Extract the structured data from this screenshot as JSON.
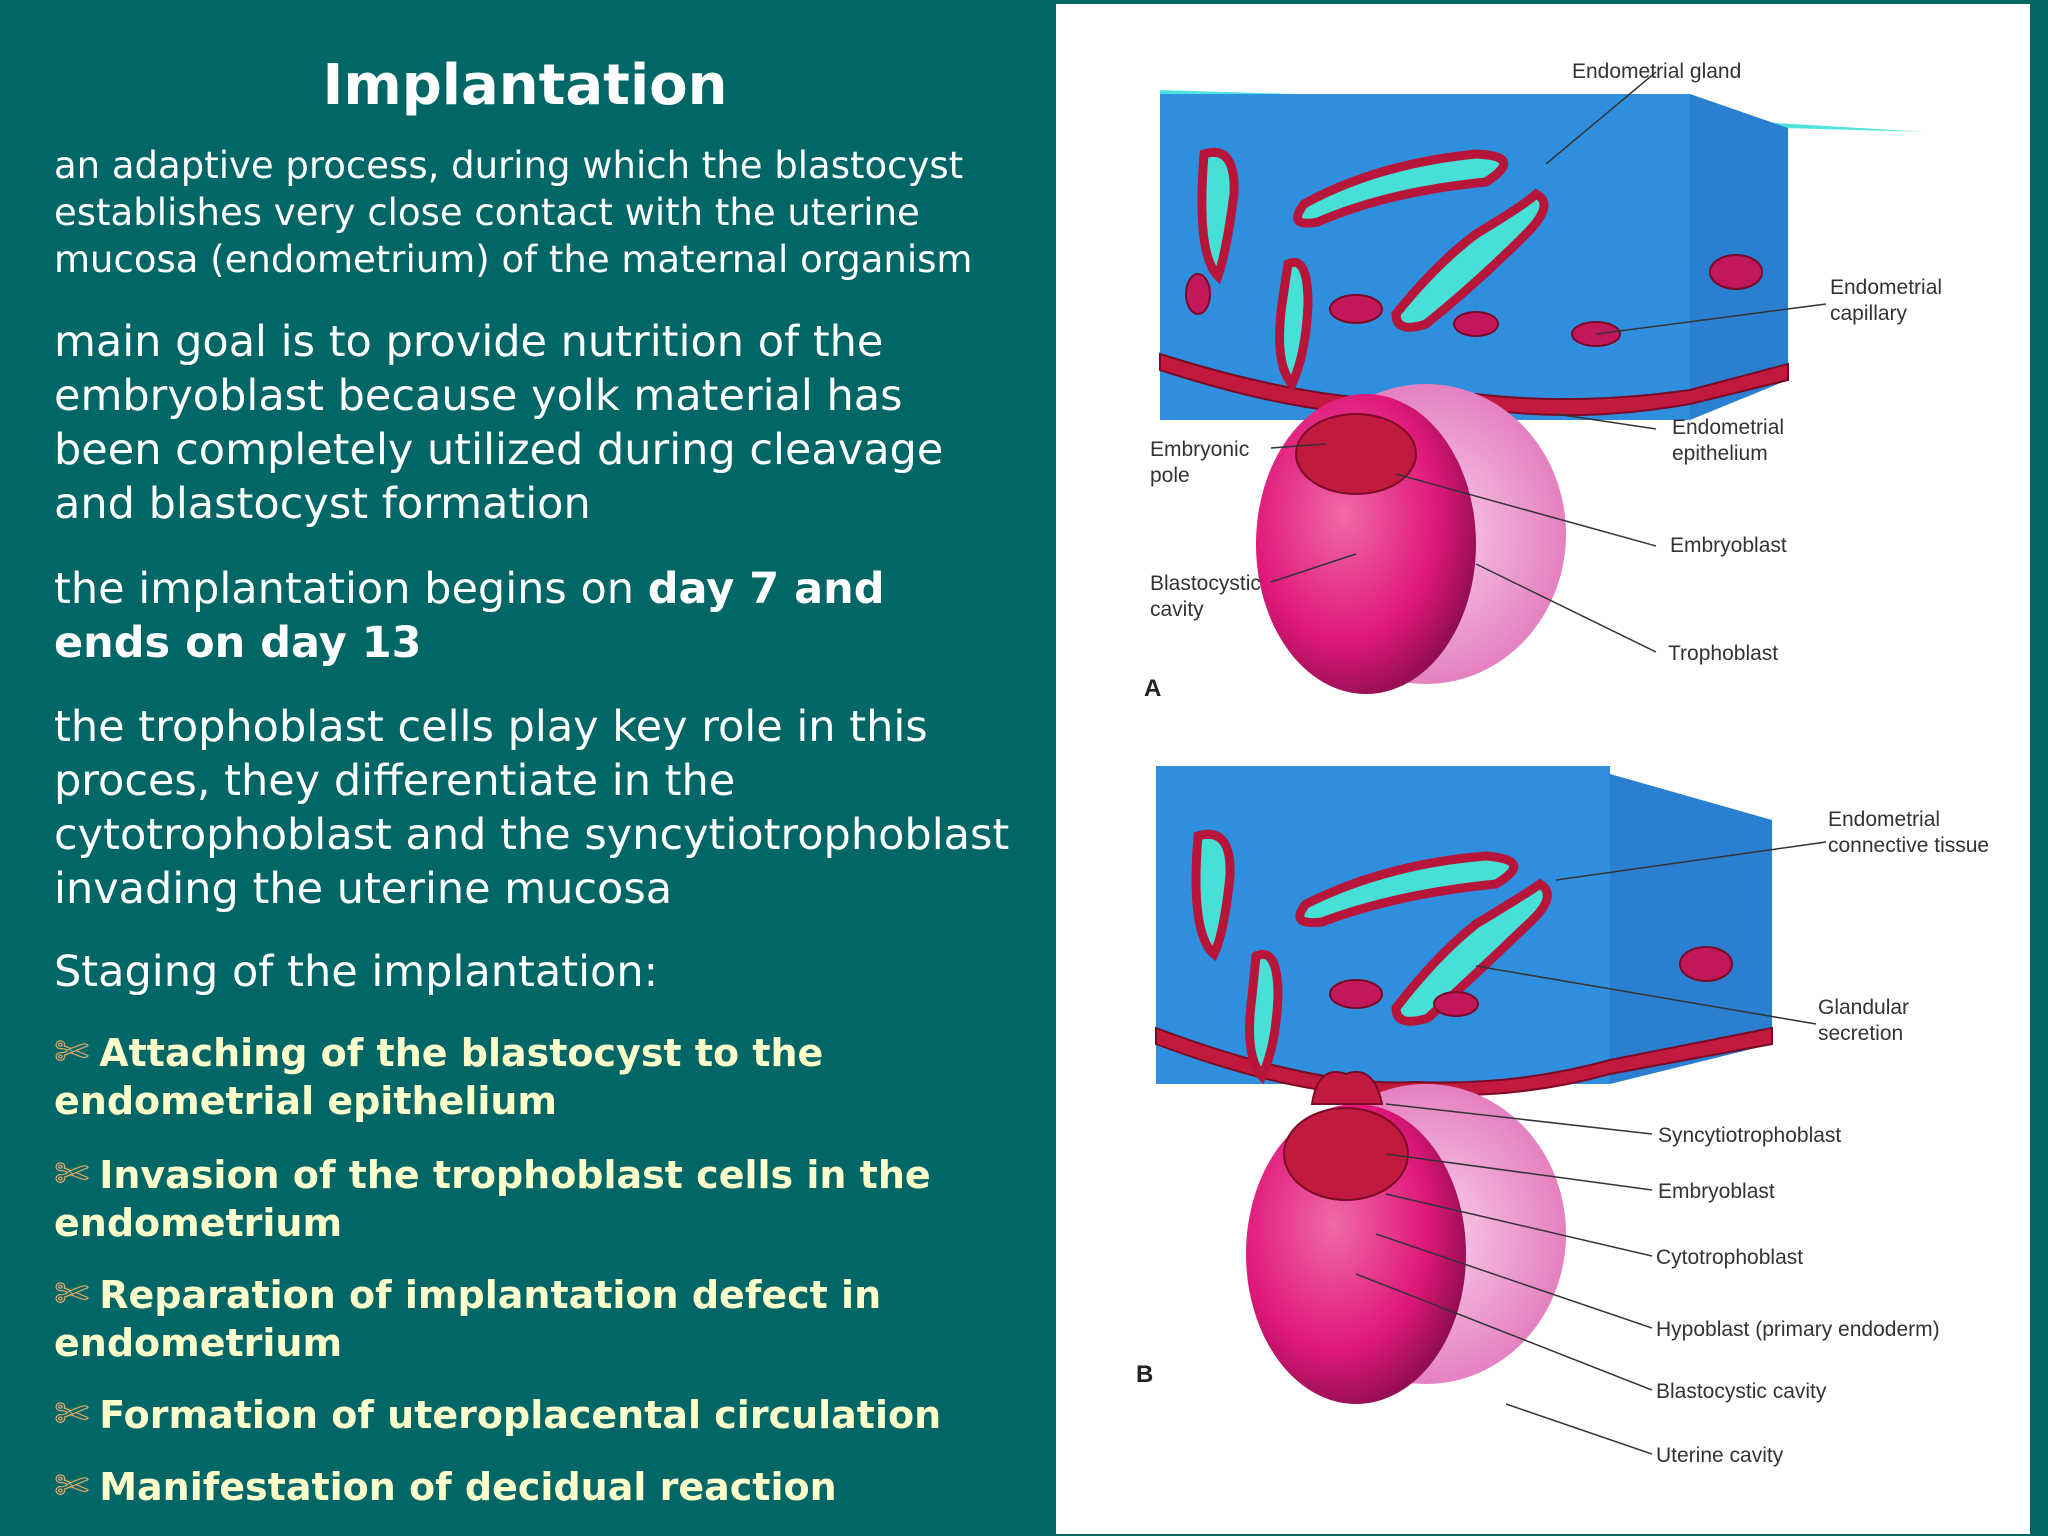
{
  "slide": {
    "title": "Implantation",
    "para1": "an adaptive process, during which the blastocyst establishes very close contact with the uterine mucosa (endometrium) of the maternal organism",
    "para2": "main goal is to provide nutrition of the embryoblast because yolk material has been completely utilized during cleavage and blastocyst formation",
    "para3_normal": "the implantation begins on ",
    "para3_bold": "day 7 and ends on day 13",
    "para4": "the trophoblast cells play key role in this proces, they differentiate in the cytotrophoblast and the syncytiotrophoblast invading the uterine mucosa",
    "staging_heading": "Staging of the implantation:",
    "bullet_icon": "scissors-icon",
    "bullets": [
      "Attaching of the blastocyst to the endometrial epithelium",
      "Invasion of the trophoblast cells in the endometrium",
      "Reparation of implantation defect in endometrium",
      "Formation of uteroplacental circulation",
      "Manifestation of decidual reaction"
    ]
  },
  "figure": {
    "panel_a": {
      "letter": "A",
      "labels": {
        "endometrial_gland": "Endometrial gland",
        "endometrial_capillary_1": "Endometrial",
        "endometrial_capillary_2": "capillary",
        "endometrial_epithelium_1": "Endometrial",
        "endometrial_epithelium_2": "epithelium",
        "embryonic_pole_1": "Embryonic",
        "embryonic_pole_2": "pole",
        "embryoblast": "Embryoblast",
        "blastocystic_cavity_1": "Blastocystic",
        "blastocystic_cavity_2": "cavity",
        "trophoblast": "Trophoblast"
      }
    },
    "panel_b": {
      "letter": "B",
      "labels": {
        "connective_tissue_1": "Endometrial",
        "connective_tissue_2": "connective tissue",
        "glandular_secretion_1": "Glandular",
        "glandular_secretion_2": "secretion",
        "syncytiotrophoblast": "Syncytiotrophoblast",
        "embryoblast": "Embryoblast",
        "cytotrophoblast": "Cytotrophoblast",
        "hypoblast": "Hypoblast (primary endoderm)",
        "blastocystic_cavity": "Blastocystic cavity",
        "uterine_cavity": "Uterine cavity"
      }
    },
    "colors": {
      "slide_background": "#006666",
      "tissue_blue": "#2f8fde",
      "tissue_top": "#4fe3df",
      "gland_lumen": "#46e0d6",
      "gland_wall": "#b8153a",
      "blastocyst": "#e0187a",
      "blastocyst_light": "#f49ad0",
      "bullet_text": "#ffffcc",
      "bullet_icon": "#d9a866"
    }
  }
}
